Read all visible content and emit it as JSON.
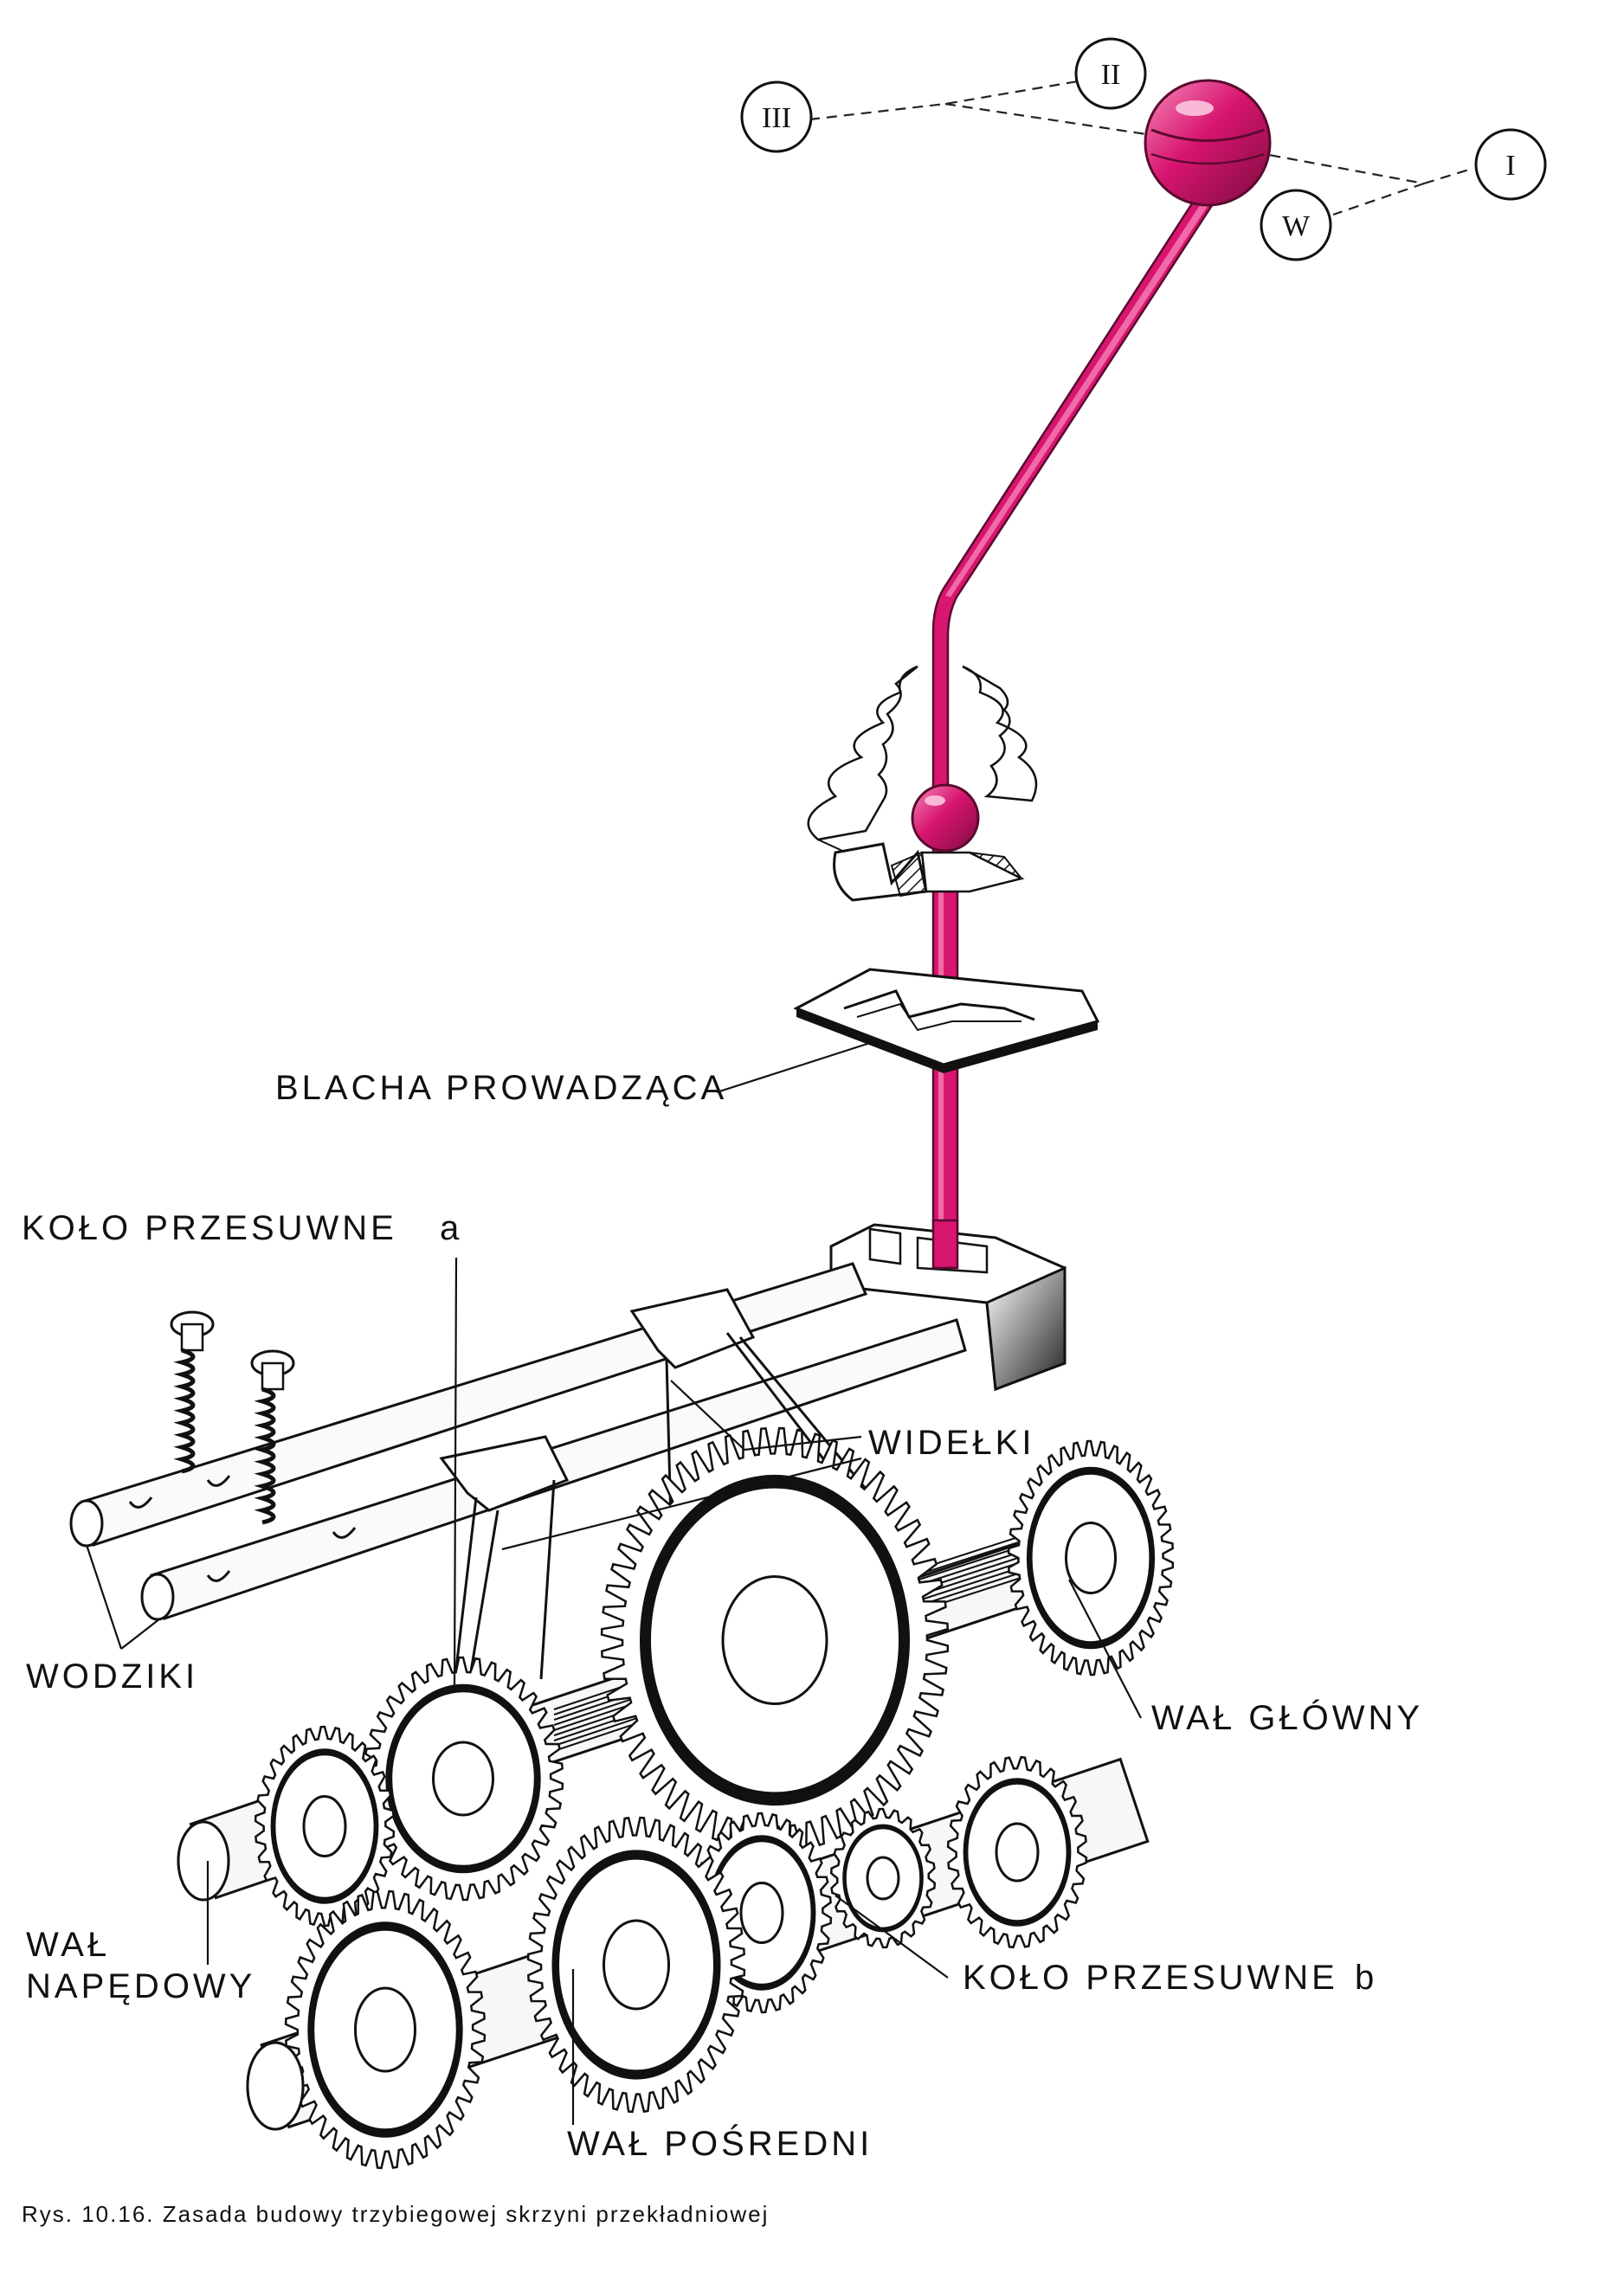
{
  "colors": {
    "lever": "#d8156f",
    "lever_highlight": "#f06aa8",
    "ink": "#111111",
    "background": "#ffffff"
  },
  "gear_positions": [
    "III",
    "II",
    "I",
    "W"
  ],
  "labels": {
    "blacha": "BLACHA PROWADZĄCA",
    "kolo_a": "KOŁO PRZESUWNE",
    "kolo_a_letter": "a",
    "widelki": "WIDEŁKI",
    "wodziki": "WODZIKI",
    "wal_glowny": "WAŁ GŁÓWNY",
    "wal_napedowy_1": "WAŁ",
    "wal_napedowy_2": "NAPĘDOWY",
    "kolo_b": "KOŁO PRZESUWNE",
    "kolo_b_letter": "b",
    "wal_posredni": "WAŁ POŚREDNI"
  },
  "caption": "Rys. 10.16. Zasada budowy trzybiegowej skrzyni przekładniowej"
}
